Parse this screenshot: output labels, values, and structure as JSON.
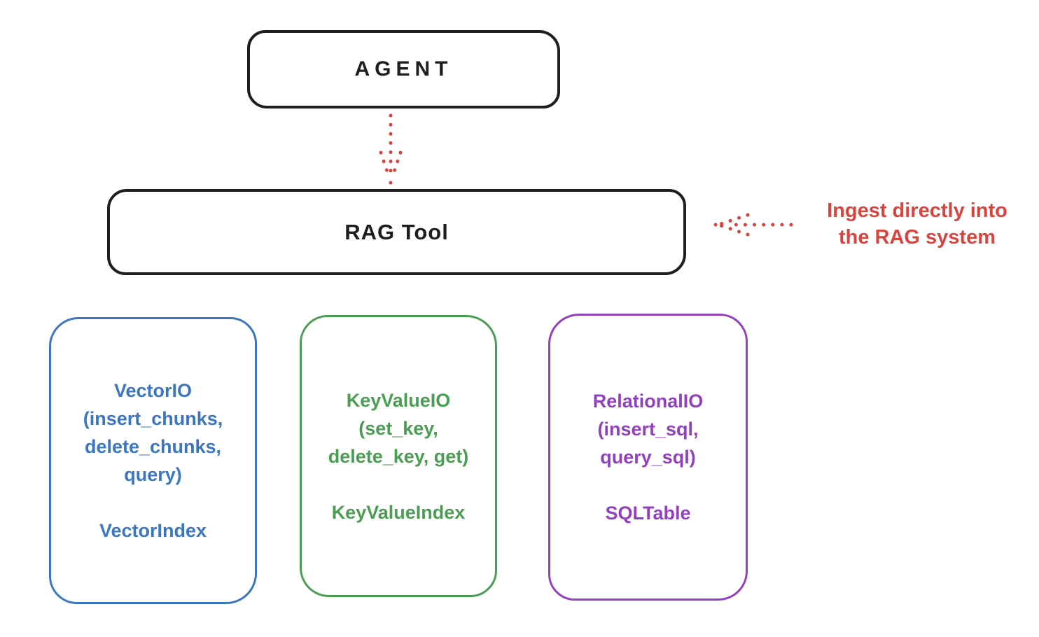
{
  "colors": {
    "stroke": "#1e1e1e",
    "red": "#d9443e",
    "blue": "#3b76c0",
    "green": "#4a9e53",
    "purple": "#9340bf",
    "bg": "#ffffff"
  },
  "nodes": {
    "agent": {
      "label": "AGENT"
    },
    "rag_tool": {
      "label": "RAG Tool"
    }
  },
  "annotation": {
    "line1": "Ingest directly into",
    "line2": "the RAG system"
  },
  "backends": [
    {
      "id": "vector",
      "color": "#3b76c0",
      "io_lines": [
        "VectorIO",
        "(insert_chunks,",
        "delete_chunks,",
        "query)"
      ],
      "index_label": "VectorIndex"
    },
    {
      "id": "keyvalue",
      "color": "#4a9e53",
      "io_lines": [
        "KeyValueIO",
        "(set_key,",
        "delete_key, get)"
      ],
      "index_label": "KeyValueIndex"
    },
    {
      "id": "relational",
      "color": "#9340bf",
      "io_lines": [
        "RelationalIO",
        "(insert_sql,",
        "query_sql)"
      ],
      "index_label": "SQLTable"
    }
  ]
}
